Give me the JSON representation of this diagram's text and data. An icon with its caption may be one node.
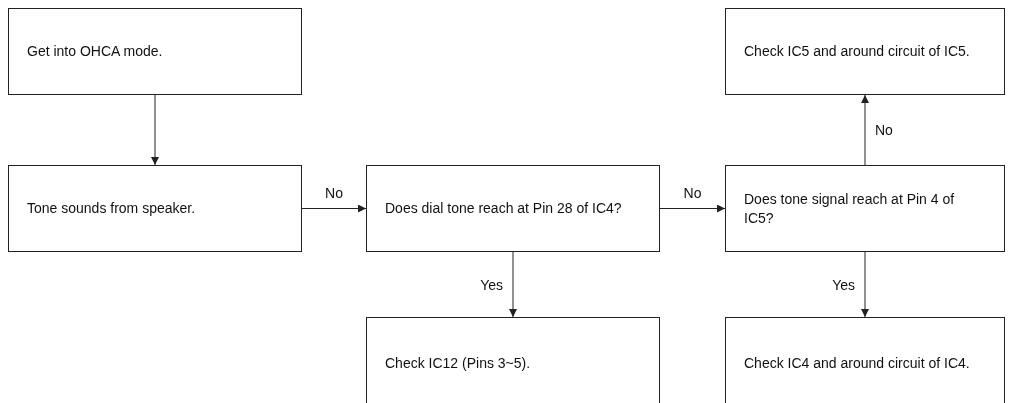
{
  "diagram": {
    "nodes": [
      {
        "text": [
          "Get into OHCA mode."
        ]
      },
      {
        "text": [
          "Tone sounds from speaker."
        ]
      },
      {
        "text": [
          "Does dial tone reach at Pin 28 of IC4?"
        ]
      },
      {
        "text": [
          "Check IC5 and around circuit of IC5."
        ]
      },
      {
        "text": [
          "Does tone signal reach at Pin 4 of IC5?"
        ]
      },
      {
        "text": [
          "Check IC12 (Pins 3~5)."
        ]
      },
      {
        "text": [
          "Check IC4 and around circuit of IC4."
        ]
      }
    ],
    "edges": [
      {
        "from": 0,
        "to": 1,
        "arrow": "to"
      },
      {
        "from": 1,
        "to": 2,
        "arrow": "to",
        "label": "No"
      },
      {
        "from": 2,
        "to": 4,
        "arrow": "to",
        "label": "No"
      },
      {
        "from": 4,
        "to": 3,
        "arrow": "to",
        "label": "No"
      },
      {
        "from": 2,
        "to": 5,
        "arrow": "to",
        "label": "Yes"
      },
      {
        "from": 4,
        "to": 6,
        "arrow": "to",
        "label": "Yes"
      }
    ]
  }
}
